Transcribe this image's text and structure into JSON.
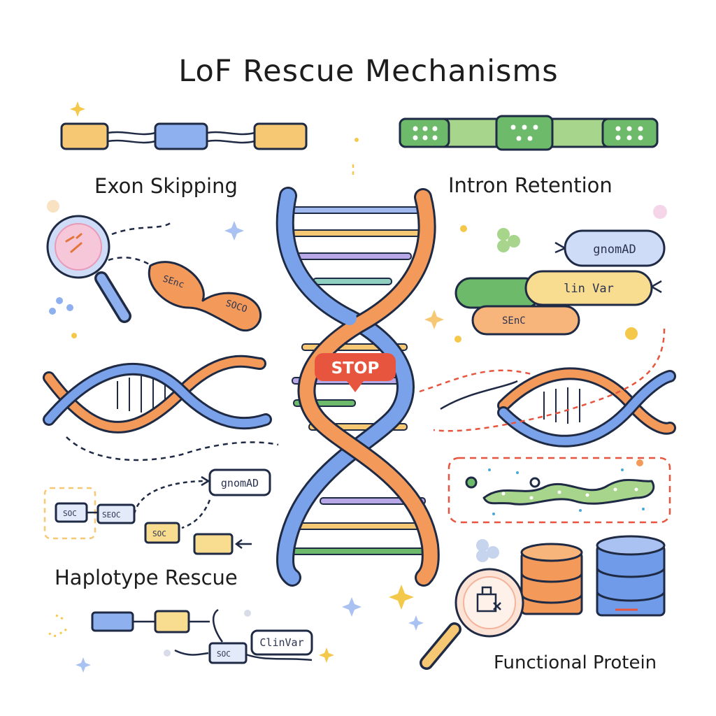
{
  "title": "LoF Rescue Mechanisms",
  "sections": {
    "exon_skipping": "Exon Skipping",
    "intron_retention": "Intron Retention",
    "haplotype_rescue": "Haplotype Rescue",
    "functional_protein": "Functional Protein"
  },
  "stop_sign": "STOP",
  "tags": {
    "gnomad_top": "gnomAD",
    "clinvar_top": "lin Var",
    "seqc_top": "SEnC",
    "seqc_blob_a": "SEnc",
    "seqc_blob_b": "SOCO",
    "gnomad_left": "gnomAD",
    "chip_a": "SOC",
    "chip_b": "SEOC",
    "chip_c": "SOC",
    "chip_d": "SOC",
    "clinvar_bottom": "ClinVar"
  },
  "colors": {
    "blue": "#6f9be8",
    "orange": "#f39a5a",
    "green": "#6dbb6a",
    "yellow": "#f7cf7a",
    "stop_red": "#e8553f",
    "ink": "#1f2a44"
  }
}
